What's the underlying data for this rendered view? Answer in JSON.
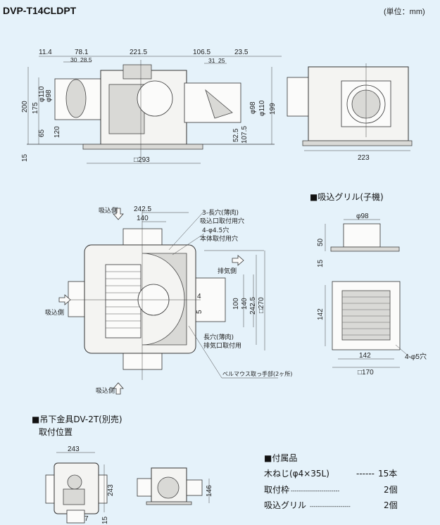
{
  "title": "DVP-T14CLDPT",
  "unit": "(単位：mm)",
  "front_view": {
    "dims_top": [
      "11.4",
      "78.1",
      "30",
      "28.5",
      "221.5",
      "106.5",
      "23.5",
      "31",
      "25"
    ],
    "dims_left": [
      "200",
      "175",
      "φ110",
      "φ98",
      "65",
      "120",
      "15"
    ],
    "dims_right": [
      "φ98",
      "φ110",
      "199",
      "52.5",
      "107.5"
    ],
    "base_width": "□293"
  },
  "side_view": {
    "width": "223"
  },
  "plan_view": {
    "intake_side": "吸込側",
    "exhaust_side": "排気側",
    "dim_242_5": "242.5",
    "dim_140": "140",
    "note_slot_title": "3-長穴(薄肉)",
    "note_slot_desc": "吸込口取付用穴",
    "note_hole_title": "4-φ4.5穴",
    "note_hole_desc": "本体取付用穴",
    "dim_4": "4",
    "dim_5": "5",
    "dim_100": "100",
    "dim_140v": "140",
    "dim_242_5v": "242.5",
    "dim_270": "□270",
    "note_exh_title": "長穴(薄肉)",
    "note_exh_desc": "排気口取付用",
    "note_bellmouth": "ベルマウス取っ手部(2ヶ所)"
  },
  "grille": {
    "heading": "■吸込グリル(子機)",
    "dia": "φ98",
    "h50": "50",
    "h15": "15",
    "h142": "142",
    "w142": "142",
    "w170": "□170",
    "holes": "4-φ5穴"
  },
  "hanger": {
    "heading": "■吊下金具DV-2T(別売)",
    "sub": "取付位置",
    "w243": "243",
    "h243": "243",
    "d7": "7",
    "d15": "15",
    "h146": "146"
  },
  "accessories": {
    "heading": "■付属品",
    "items": [
      {
        "name": "木ねじ(φ4×35L)",
        "leader": "------",
        "qty": "15本"
      },
      {
        "name": "取付枠",
        "leader": "------------------------",
        "qty": "2個"
      },
      {
        "name": "吸込グリル",
        "leader": "--------------------",
        "qty": "2個"
      }
    ]
  }
}
